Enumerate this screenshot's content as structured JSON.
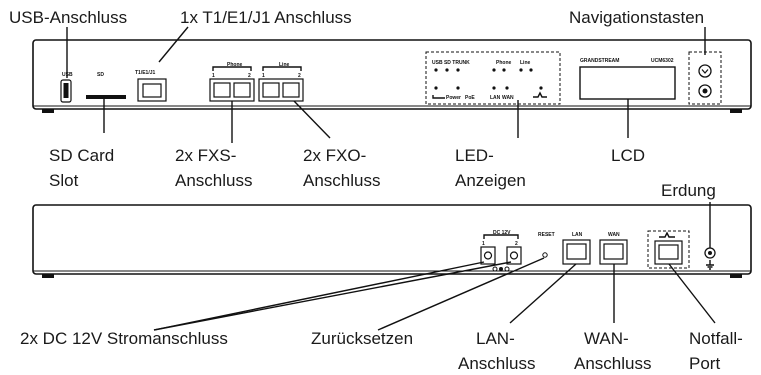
{
  "labels": {
    "usb": "USB-Anschluss",
    "t1": "1x T1/E1/J1 Anschluss",
    "nav": "Navigationstasten",
    "sd_1": "SD Card",
    "sd_2": "Slot",
    "fxs_1": "2x FXS-",
    "fxs_2": "Anschluss",
    "fxo_1": "2x FXO-",
    "fxo_2": "Anschluss",
    "led_1": "LED-",
    "led_2": "Anzeigen",
    "lcd": "LCD",
    "ground": "Erdung",
    "dc": "2x DC 12V Stromanschluss",
    "reset": "Zurücksetzen",
    "lan_1": "LAN-",
    "lan_2": "Anschluss",
    "wan_1": "WAN-",
    "wan_2": "Anschluss",
    "emerg_1": "Notfall-",
    "emerg_2": "Port"
  },
  "front_panel": {
    "usb": "USB",
    "sd": "SD",
    "t1": "T1/E1/J1",
    "phone": "Phone",
    "line": "Line",
    "brand": "GRANDSTREAM",
    "model": "UCM6302",
    "led_row1": "USB  SD  TRUNK",
    "led_lan": "LAN",
    "led_wan": "WAN",
    "led_power": "Power",
    "led_ptt": "PoE",
    "port1": "1",
    "port2": "2"
  },
  "back_panel": {
    "dc": "DC 12V",
    "dc1": "1",
    "dc2": "2",
    "reset": "RESET",
    "lan": "LAN",
    "wan": "WAN"
  }
}
